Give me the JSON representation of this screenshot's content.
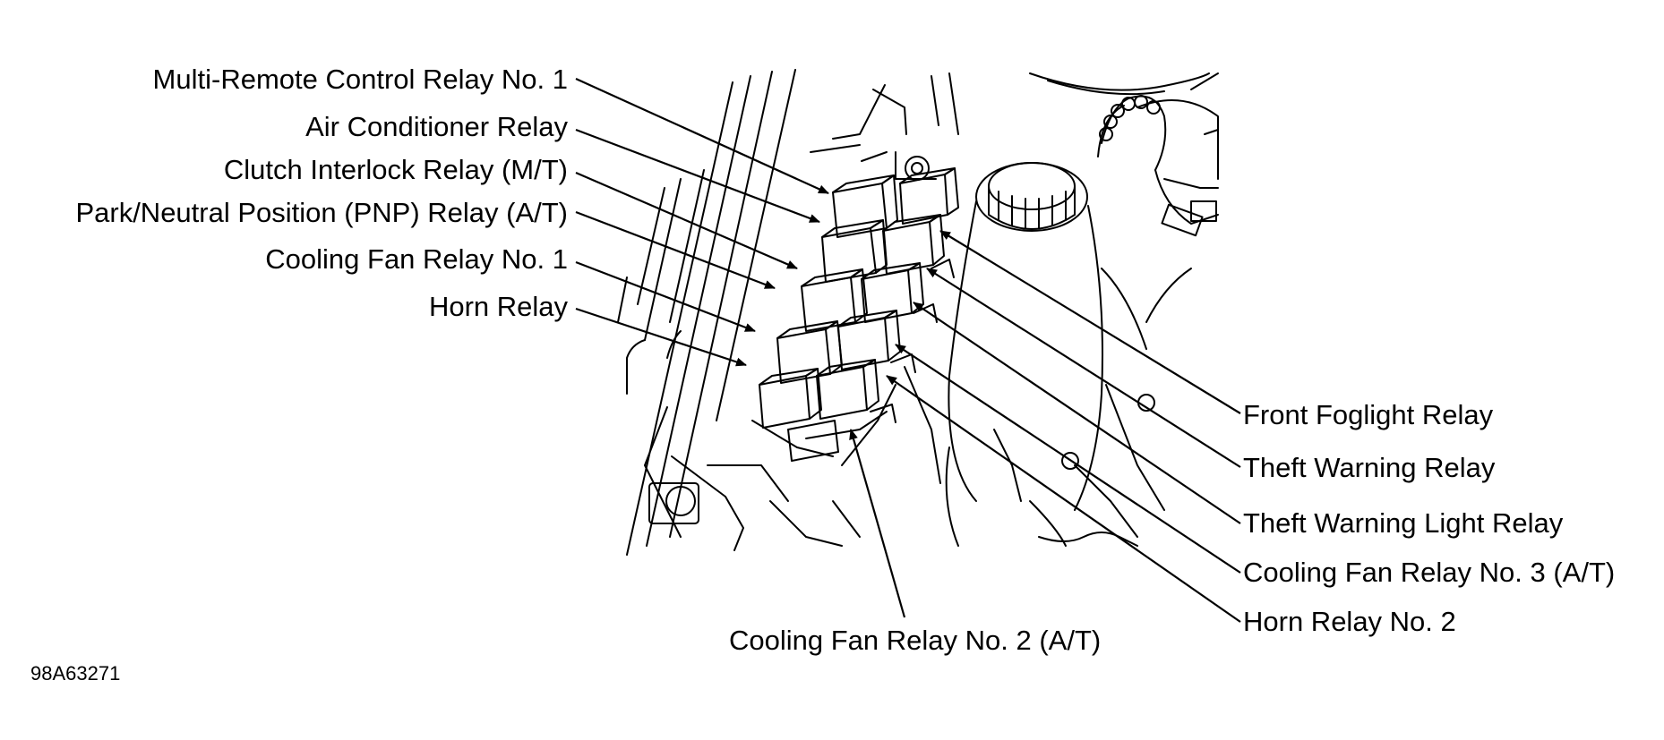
{
  "figure_code": "98A63271",
  "labels_left": [
    "Multi-Remote Control Relay No. 1",
    "Air Conditioner Relay",
    "Clutch Interlock Relay (M/T)",
    "Park/Neutral Position (PNP) Relay (A/T)",
    "Cooling Fan Relay No. 1",
    "Horn Relay"
  ],
  "labels_right": [
    "Front Foglight Relay",
    "Theft Warning Relay",
    "Theft Warning Light Relay",
    "Cooling Fan Relay No. 3 (A/T)",
    "Horn Relay No. 2"
  ],
  "label_bottom": "Cooling Fan Relay No. 2 (A/T)"
}
